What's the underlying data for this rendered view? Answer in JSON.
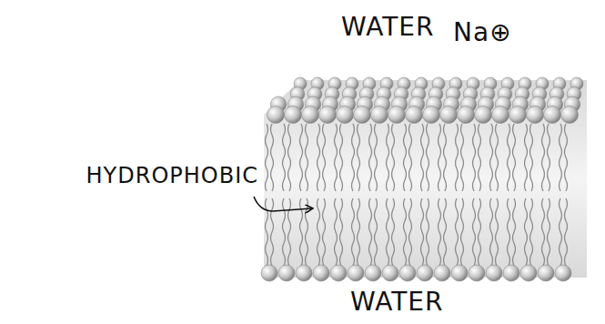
{
  "diagram": {
    "labels": [
      "WATER",
      "Na⊕",
      "HYDROPHOBIC",
      "WATER"
    ]
  }
}
